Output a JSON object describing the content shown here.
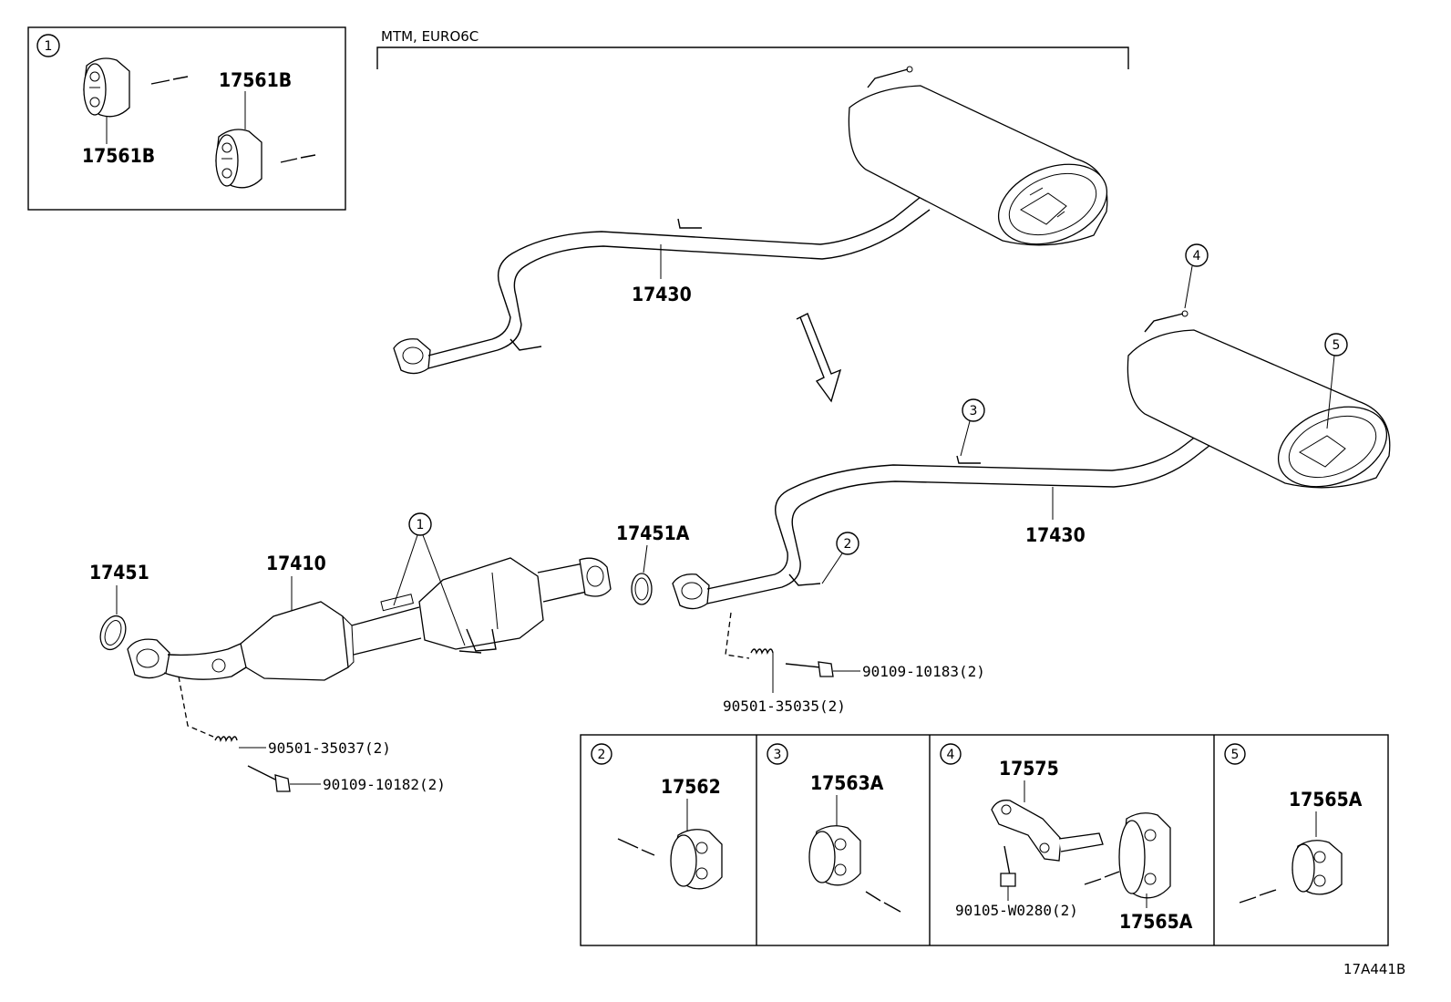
{
  "diagram_id": "17A441B",
  "variant_note": "MTM, EURO6C",
  "callouts": [
    "1",
    "2",
    "3",
    "4",
    "5"
  ],
  "part_labels": {
    "p17561b_a": "17561B",
    "p17561b_b": "17561B",
    "p17430_top": "17430",
    "p17430_bottom": "17430",
    "p17451": "17451",
    "p17410": "17410",
    "p17451a": "17451A",
    "p17562": "17562",
    "p17563a": "17563A",
    "p17575": "17575",
    "p17565a_4": "17565A",
    "p17565a_5": "17565A",
    "b90109_10183": "90109-10183(2)",
    "s90501_35035": "90501-35035(2)",
    "s90501_35037": "90501-35037(2)",
    "b90109_10182": "90109-10182(2)",
    "b90105_w0280": "90105-W0280(2)"
  }
}
